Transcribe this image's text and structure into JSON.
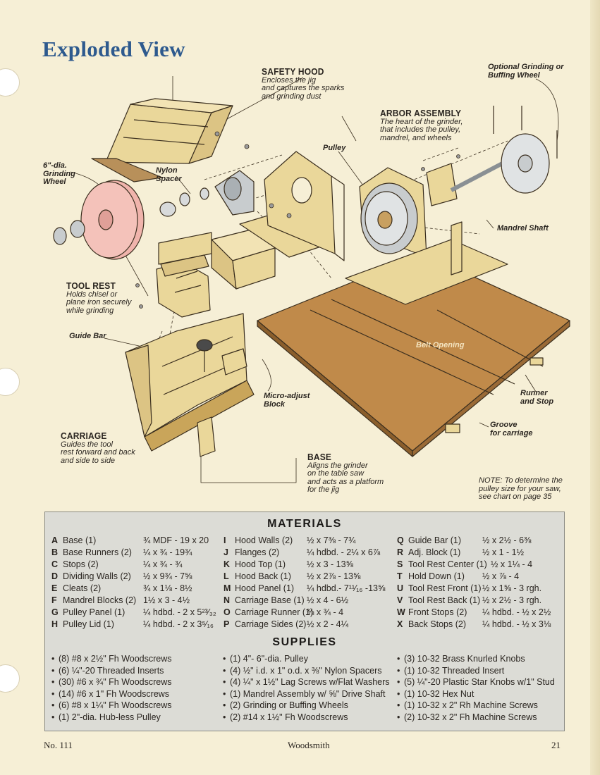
{
  "page": {
    "title": "Exploded View"
  },
  "callouts": {
    "safety_hood": {
      "head": "SAFETY HOOD",
      "lines": [
        "Encloses the jig",
        "and captures the sparks",
        "and grinding dust"
      ]
    },
    "optional_wheel": {
      "lines": [
        "Optional Grinding or",
        "Buffing Wheel"
      ]
    },
    "arbor": {
      "head": "ARBOR ASSEMBLY",
      "lines": [
        "The heart of the grinder,",
        "that includes the pulley,",
        "mandrel, and wheels"
      ]
    },
    "pulley": "Pulley",
    "grinding_wheel": {
      "lines": [
        "6\"-dia.",
        "Grinding",
        "Wheel"
      ]
    },
    "nylon_spacer": {
      "lines": [
        "Nylon",
        "Spacer"
      ]
    },
    "mandrel_shaft": "Mandrel Shaft",
    "tool_rest": {
      "head": "TOOL REST",
      "lines": [
        "Holds chisel or",
        "plane iron securely",
        "while grinding"
      ]
    },
    "guide_bar": "Guide Bar",
    "belt_opening": "Belt Opening",
    "micro_adjust": {
      "lines": [
        "Micro-adjust",
        "Block"
      ]
    },
    "runner_stop": {
      "lines": [
        "Runner",
        "and Stop"
      ]
    },
    "groove": {
      "lines": [
        "Groove",
        "for carriage"
      ]
    },
    "carriage": {
      "head": "CARRIAGE",
      "lines": [
        "Guides the tool",
        "rest forward and back",
        "and side to side"
      ]
    },
    "base": {
      "head": "BASE",
      "lines": [
        "Aligns the grinder",
        "on the table saw",
        "and acts as a platform",
        "for the jig"
      ]
    },
    "note": {
      "lines": [
        "NOTE: To determine the",
        "pulley size for your saw,",
        "see chart on page 35"
      ]
    }
  },
  "materials": {
    "title": "MATERIALS",
    "columns": [
      [
        {
          "letter": "A",
          "name": "Base (1)",
          "dims": "¾ MDF - 19 x 20"
        },
        {
          "letter": "B",
          "name": "Base Runners (2)",
          "dims": "¼ x ¾ - 19¾"
        },
        {
          "letter": "C",
          "name": "Stops (2)",
          "dims": "¼ x ¾ - ¾"
        },
        {
          "letter": "D",
          "name": "Dividing Walls (2)",
          "dims": "½ x 9¾ - 7⅝"
        },
        {
          "letter": "E",
          "name": "Cleats (2)",
          "dims": "¾ x 1⅛ - 8½"
        },
        {
          "letter": "F",
          "name": "Mandrel Blocks (2)",
          "dims": "1½ x 3 - 4½"
        },
        {
          "letter": "G",
          "name": "Pulley Panel (1)",
          "dims": "¼ hdbd. - 2 x 5²³⁄₃₂"
        },
        {
          "letter": "H",
          "name": "Pulley Lid (1)",
          "dims": "¼ hdbd. - 2 x 3⁵⁄₁₆"
        }
      ],
      [
        {
          "letter": "I",
          "name": "Hood Walls (2)",
          "dims": "½ x 7⅜ - 7¾"
        },
        {
          "letter": "J",
          "name": "Flanges (2)",
          "dims": "¼ hdbd. - 2¼ x 6⅞"
        },
        {
          "letter": "K",
          "name": "Hood Top (1)",
          "dims": "½ x 3 - 13⅝"
        },
        {
          "letter": "L",
          "name": "Hood Back (1)",
          "dims": "½ x 2⅞ - 13⅝"
        },
        {
          "letter": "M",
          "name": "Hood Panel (1)",
          "dims": "¼ hdbd.- 7¹¹⁄₁₆ -13⅝"
        },
        {
          "letter": "N",
          "name": "Carriage Base (1)",
          "dims": "½ x 4 - 6½"
        },
        {
          "letter": "O",
          "name": "Carriage Runner (1)",
          "dims": "⅜ x ¾ - 4"
        },
        {
          "letter": "P",
          "name": "Carriage Sides (2)",
          "dims": "½ x 2 - 4¼"
        }
      ],
      [
        {
          "letter": "Q",
          "name": "Guide Bar (1)",
          "dims": "½ x 2½ - 6⅜"
        },
        {
          "letter": "R",
          "name": "Adj. Block (1)",
          "dims": "½ x 1 - 1½"
        },
        {
          "letter": "S",
          "name": "Tool Rest Center (1)",
          "dims": "½ x 1¼ - 4"
        },
        {
          "letter": "T",
          "name": "Hold Down (1)",
          "dims": "½ x ⅞ - 4"
        },
        {
          "letter": "U",
          "name": "Tool Rest Front (1)",
          "dims": "½ x 1⅝ - 3 rgh."
        },
        {
          "letter": "V",
          "name": "Tool Rest Back (1)",
          "dims": "½ x 2½ - 3 rgh."
        },
        {
          "letter": "W",
          "name": "Front Stops (2)",
          "dims": "¼ hdbd. - ½ x 2½"
        },
        {
          "letter": "X",
          "name": "Back Stops (2)",
          "dims": "¼ hdbd. - ½ x 3⅛"
        }
      ]
    ]
  },
  "supplies": {
    "title": "SUPPLIES",
    "columns": [
      [
        "(8) #8 x 2½\" Fh Woodscrews",
        "(6) ¼\"-20 Threaded Inserts",
        "(30) #6 x ¾\" Fh Woodscrews",
        "(14) #6 x 1\" Fh Woodscrews",
        "(6) #8 x 1¼\" Fh Woodscrews",
        "(1) 2\"-dia. Hub-less Pulley"
      ],
      [
        "(1) 4\"- 6\"-dia. Pulley",
        "(4) ½\" i.d. x 1\" o.d. x ⅜\" Nylon Spacers",
        "(4) ¼\" x 1½\" Lag Screws w/Flat Washers",
        "(1) Mandrel Assembly w/ ⅝\" Drive Shaft",
        "(2) Grinding or Buffing Wheels",
        "(2) #14 x 1½\" Fh Woodscrews"
      ],
      [
        "(3) 10-32 Brass Knurled Knobs",
        "(1) 10-32 Threaded Insert",
        "(5) ¼\"-20 Plastic Star Knobs w/1\" Stud",
        "(1) 10-32 Hex Nut",
        "(1) 10-32 x 2\" Rh Machine Screws",
        "(2) 10-32 x 2\" Fh Machine Screws"
      ]
    ]
  },
  "footer": {
    "issue": "No. 111",
    "magazine": "Woodsmith",
    "page_number": "21"
  },
  "colors": {
    "title": "#2e5a8e",
    "wood": "#ead79a",
    "wood_dark": "#c9a55a",
    "base_mdf": "#c08a4a",
    "wheel": "#f0b4ac",
    "steel": "#c8ccce",
    "materials_bg": "#dcdcd6"
  }
}
